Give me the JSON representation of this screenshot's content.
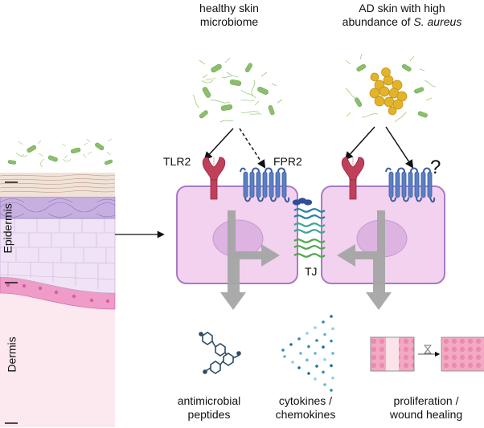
{
  "headers": {
    "healthy_line1": "healthy skin",
    "healthy_line2": "microbiome",
    "ad_line1": "AD skin with high",
    "ad_line2": "abundance of ",
    "ad_species": "S. aureus"
  },
  "receptors": {
    "tlr2": "TLR2",
    "fpr2": "FPR2",
    "unknown": "?",
    "tight_junction": "TJ"
  },
  "layers": {
    "epidermis": "Epidermis",
    "dermis": "Dermis"
  },
  "outputs": {
    "amp_line1": "antimicrobial",
    "amp_line2": "peptides",
    "cyto_line1": "cytokines /",
    "cyto_line2": "chemokines",
    "prolif_line1": "proliferation /",
    "prolif_line2": "wound healing"
  },
  "colors": {
    "cell_fill": "#f2d2ef",
    "cell_stroke": "#a77bc6",
    "tlr2": "#c0405a",
    "fpr2": "#5b7fc4",
    "bacteria_green": "#8bbf6a",
    "staph_gold": "#e3b32a",
    "grey_arrow": "#a6a6a6"
  },
  "icons": [
    "bacteria-icon",
    "staph-cluster-icon",
    "receptor-icon",
    "peptide-icon",
    "cytokine-dots-icon",
    "wound-assay-icon",
    "timer-icon"
  ]
}
